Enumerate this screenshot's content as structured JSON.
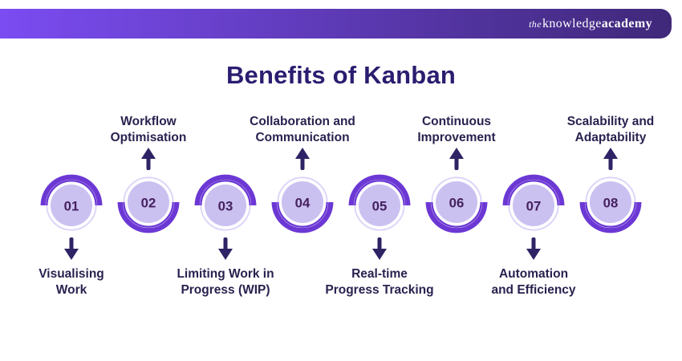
{
  "brand": {
    "the": "the",
    "knowledge": "knowledge",
    "academy": "academy"
  },
  "title": "Benefits of Kanban",
  "colors": {
    "accent": "#6c38d4",
    "circle_fill": "#cbc1f1",
    "ring_light": "#dcd3f8",
    "number": "#45215f",
    "arrow": "#2d2365",
    "title": "#2b1d70",
    "label": "#29224f",
    "header_gradient_left": "#7b4cf2",
    "header_gradient_right": "#3f2879",
    "logo_text": "#ffffff",
    "background": "#ffffff"
  },
  "items": [
    {
      "number": "01",
      "label": "Visualising\nWork",
      "label_position": "bottom"
    },
    {
      "number": "02",
      "label": "Workflow\nOptimisation",
      "label_position": "top"
    },
    {
      "number": "03",
      "label": "Limiting Work in\nProgress (WIP)",
      "label_position": "bottom"
    },
    {
      "number": "04",
      "label": "Collaboration and\nCommunication",
      "label_position": "top"
    },
    {
      "number": "05",
      "label": "Real-time\nProgress Tracking",
      "label_position": "bottom"
    },
    {
      "number": "06",
      "label": "Continuous\nImprovement",
      "label_position": "top"
    },
    {
      "number": "07",
      "label": "Automation\nand Efficiency",
      "label_position": "bottom"
    },
    {
      "number": "08",
      "label": "Scalability and\nAdaptability",
      "label_position": "top"
    }
  ]
}
